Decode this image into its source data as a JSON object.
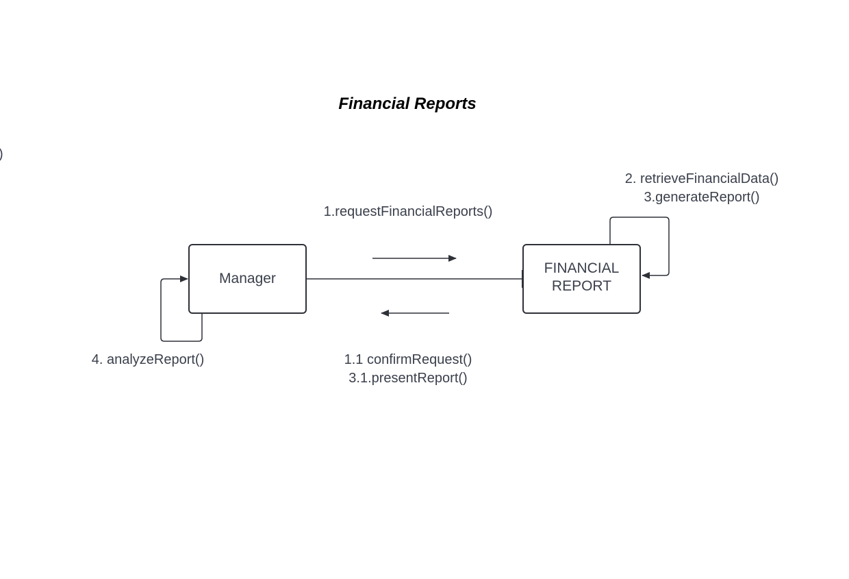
{
  "diagram": {
    "title": "Financial Reports",
    "edge_fragment": ")",
    "nodes": {
      "manager": {
        "label": "Manager"
      },
      "financial_report": {
        "label_line1": "FINANCIAL",
        "label_line2": "REPORT"
      }
    },
    "messages": {
      "request": {
        "line1": "1.requestFinancialReports()"
      },
      "self_report": {
        "line1": "2. retrieveFinancialData()",
        "line2": "3.generateReport()"
      },
      "return": {
        "line1": "1.1 confirmRequest()",
        "line2": "3.1.presentReport()"
      },
      "self_manager": {
        "line1": "4. analyzeReport()"
      }
    }
  },
  "colors": {
    "stroke": "#2e3138",
    "text": "#3a3f4b",
    "title": "#000000",
    "background": "#ffffff"
  }
}
